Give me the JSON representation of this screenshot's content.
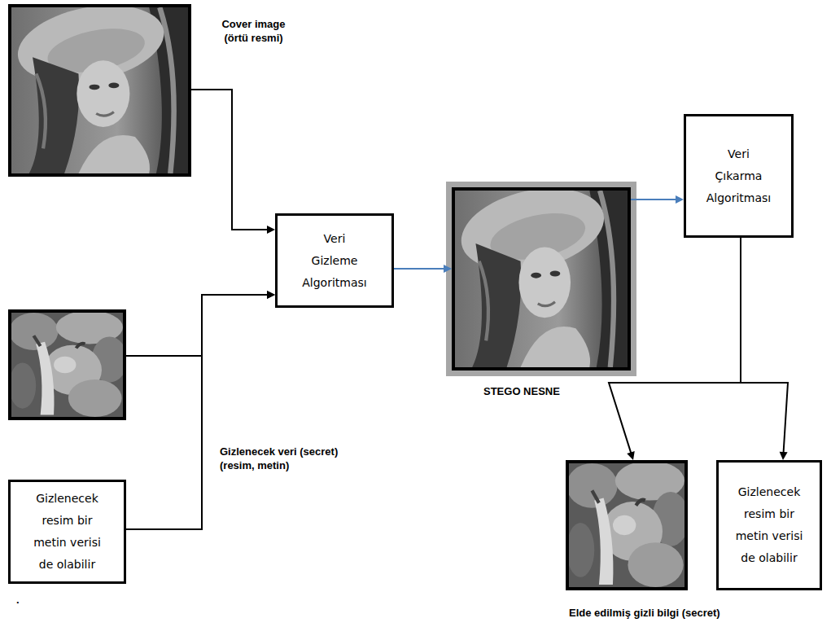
{
  "diagram": {
    "nodes": [
      {
        "text": [
          "Cover image (örtü resmi)"
        ]
      },
      {
        "text": [
          "Veri Gizleme Algoritması"
        ]
      },
      {
        "text": []
      },
      {
        "text": [
          "Gizlenecek resim bir metin verisi de olabilir"
        ]
      },
      {
        "text": [
          "STEGO NESNE"
        ]
      },
      {
        "text": [
          "Veri Çıkarma Algoritması"
        ]
      },
      {
        "text": [
          "Elde edilmiş gizli bilgi (secret)"
        ]
      },
      {
        "text": [
          "Gizlenecek resim bir metin verisi de olabilir"
        ]
      }
    ],
    "edges": [
      {
        "from": 0,
        "to": 1,
        "arrow": "to"
      },
      {
        "from": 2,
        "to": 1,
        "arrow": "to"
      },
      {
        "from": 3,
        "to": 1,
        "arrow": "to"
      },
      {
        "from": 1,
        "to": 4,
        "arrow": "to"
      },
      {
        "from": 4,
        "to": 5,
        "arrow": "to"
      },
      {
        "from": 5,
        "to": 6,
        "arrow": "to"
      },
      {
        "from": 5,
        "to": 7,
        "arrow": "to"
      }
    ],
    "labels": [
      "Gizlenecek veri (secret) (resim, metin)",
      "."
    ]
  }
}
